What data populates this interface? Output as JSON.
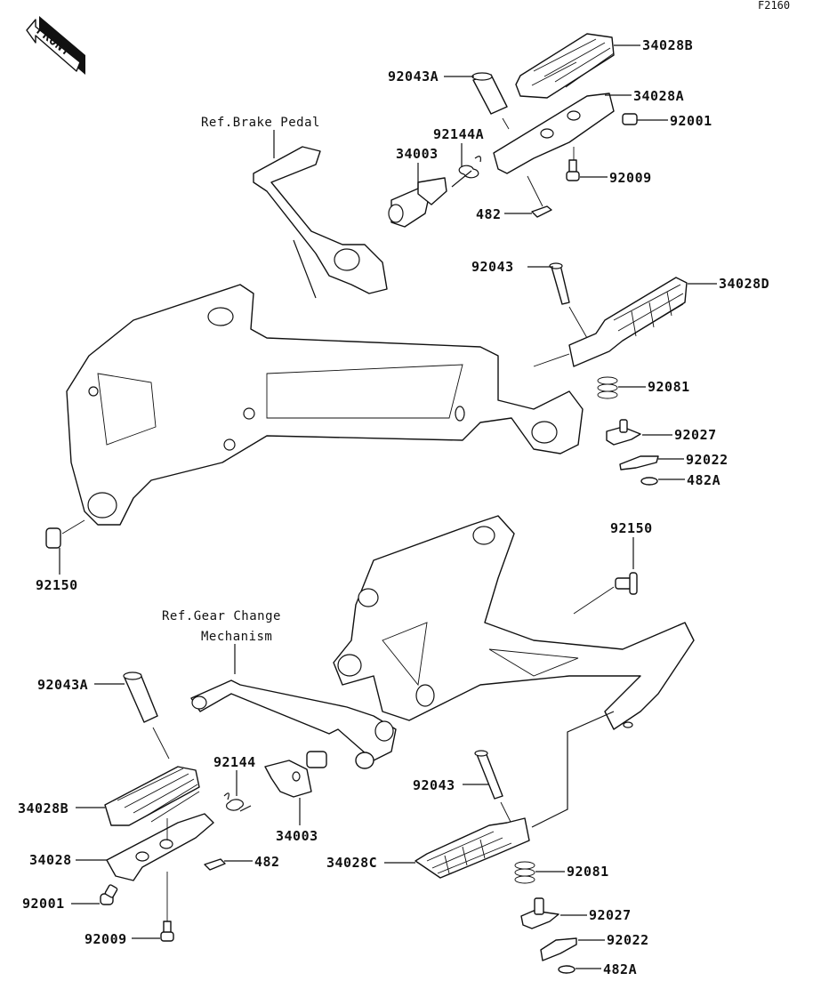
{
  "diagram": {
    "figure_code": "F2160",
    "front_indicator": "FRONT",
    "references": {
      "brake_pedal": "Ref.Brake Pedal",
      "gear_change_line1": "Ref.Gear Change",
      "gear_change_line2": "Mechanism"
    },
    "upper_assembly": {
      "labels": {
        "p34028B": "34028B",
        "p92043A": "92043A",
        "p34028A": "34028A",
        "p92001": "92001",
        "p92144A": "92144A",
        "p34003": "34003",
        "p92009": "92009",
        "p482": "482",
        "p92043": "92043",
        "p34028D": "34028D",
        "p92081": "92081",
        "p92027": "92027",
        "p92022": "92022",
        "p482A": "482A",
        "p92150": "92150"
      }
    },
    "lower_assembly": {
      "labels": {
        "p92150": "92150",
        "p92043A": "92043A",
        "p92144": "92144",
        "p34028B": "34028B",
        "p34003": "34003",
        "p34028": "34028",
        "p482": "482",
        "p92001": "92001",
        "p92009": "92009",
        "p92043": "92043",
        "p34028C": "34028C",
        "p92081": "92081",
        "p92027": "92027",
        "p92022": "92022",
        "p482A": "482A"
      }
    }
  }
}
